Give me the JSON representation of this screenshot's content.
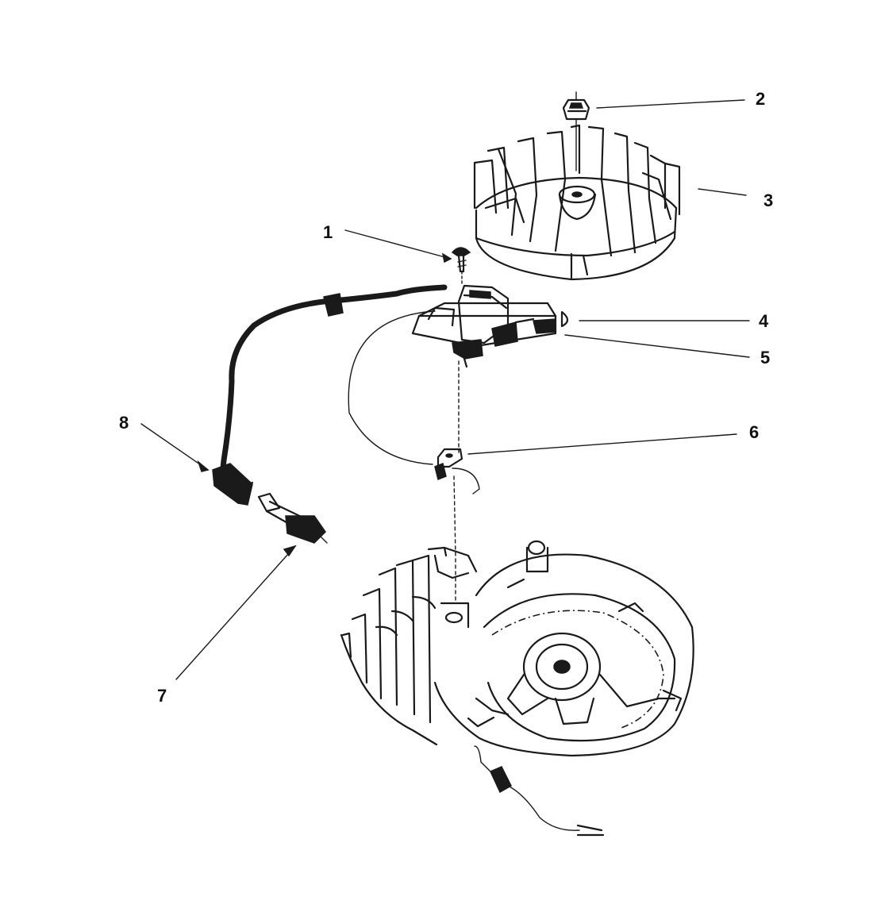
{
  "diagram": {
    "callouts": [
      {
        "id": "1",
        "label": "1"
      },
      {
        "id": "2",
        "label": "2"
      },
      {
        "id": "3",
        "label": "3"
      },
      {
        "id": "4",
        "label": "4"
      },
      {
        "id": "5",
        "label": "5"
      },
      {
        "id": "6",
        "label": "6"
      },
      {
        "id": "7",
        "label": "7"
      },
      {
        "id": "8",
        "label": "8"
      }
    ],
    "parts": [
      {
        "id": "1",
        "icon": "screw-icon"
      },
      {
        "id": "2",
        "icon": "nut-icon"
      },
      {
        "id": "3",
        "icon": "flywheel-icon"
      },
      {
        "id": "4",
        "icon": "key-icon"
      },
      {
        "id": "5",
        "icon": "ignition-coil-icon"
      },
      {
        "id": "6",
        "icon": "clip-icon"
      },
      {
        "id": "7",
        "icon": "spark-plug-icon"
      },
      {
        "id": "8",
        "icon": "spark-plug-boot-icon"
      }
    ],
    "colors": {
      "ink": "#1a1a1a",
      "paper": "#ffffff"
    }
  }
}
